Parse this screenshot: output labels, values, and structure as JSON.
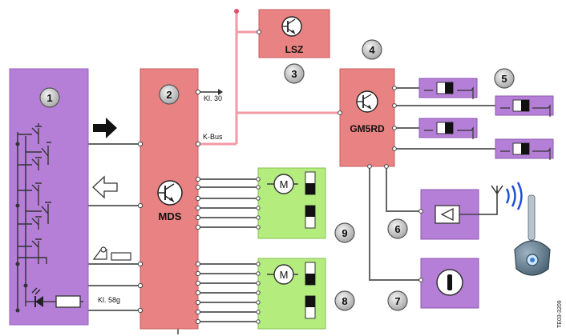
{
  "blocks": {
    "switch_panel": {
      "number": "1"
    },
    "mds": {
      "number": "2",
      "name": "MDS"
    },
    "lsz": {
      "number": "3",
      "name": "LSZ"
    },
    "gm5rd": {
      "number": "4",
      "name": "GM5RD"
    },
    "window_switches": {
      "number": "5"
    },
    "remote_receiver": {
      "number": "6"
    },
    "ignition_lock": {
      "number": "7"
    },
    "actuator_lower": {
      "number": "8"
    },
    "actuator_upper": {
      "number": "9"
    }
  },
  "signal_labels": {
    "kl30": "Kl. 30",
    "kbus": "K-Bus",
    "kl58g": "Kl. 58g"
  },
  "side_code": "TE03-3209",
  "colors": {
    "panel_violet": "#b57fd8",
    "mds_red": "#e98282",
    "actuator_green": "#b5ec7e",
    "kbus_pink": "#f09aa6",
    "wire_gray": "#666666",
    "badge_gray": "#cfcfcf",
    "antenna_blue": "#1f4fd6"
  },
  "icons": [
    "transistor-icon",
    "motor-icon",
    "antenna-icon",
    "key-icon",
    "arrow-right-icon",
    "arrow-left-icon",
    "led-icon",
    "resistor-icon",
    "push-switch-icon"
  ]
}
